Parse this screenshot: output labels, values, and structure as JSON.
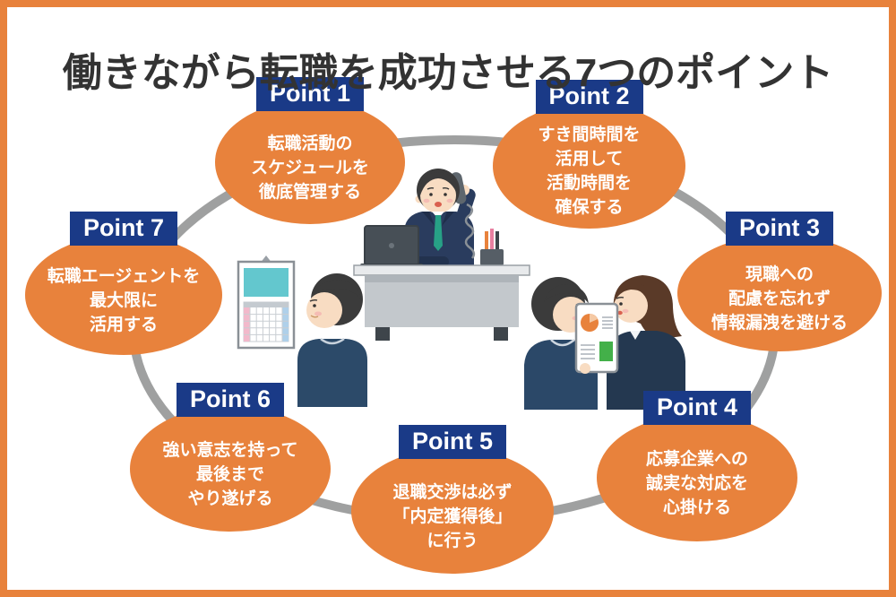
{
  "title": "働きながら転職を成功させる7つのポイント",
  "points": [
    {
      "label": "Point 1",
      "lines": [
        "転職活動の",
        "スケジュールを",
        "徹底管理する"
      ]
    },
    {
      "label": "Point 2",
      "lines": [
        "すき間時間を",
        "活用して",
        "活動時間を",
        "確保する"
      ]
    },
    {
      "label": "Point 3",
      "lines": [
        "現職への",
        "配慮を忘れず",
        "情報漏洩を避ける"
      ]
    },
    {
      "label": "Point 4",
      "lines": [
        "応募企業への",
        "誠実な対応を",
        "心掛ける"
      ]
    },
    {
      "label": "Point 5",
      "lines": [
        "退職交渉は必ず",
        "「内定獲得後」",
        "に行う"
      ]
    },
    {
      "label": "Point 6",
      "lines": [
        "強い意志を持って",
        "最後まで",
        "やり遂げる"
      ]
    },
    {
      "label": "Point 7",
      "lines": [
        "転職エージェントを",
        "最大限に",
        "活用する"
      ]
    }
  ],
  "colors": {
    "accent_orange": "#E8823C",
    "label_navy": "#1A3A87",
    "ring_gray": "#9FA0A0",
    "title_text": "#333333",
    "bubble_text": "#FFFFFF"
  },
  "illustrations": [
    {
      "name": "calendar-person-illustration"
    },
    {
      "name": "phone-desk-man-illustration"
    },
    {
      "name": "tablet-discussion-illustration"
    }
  ]
}
